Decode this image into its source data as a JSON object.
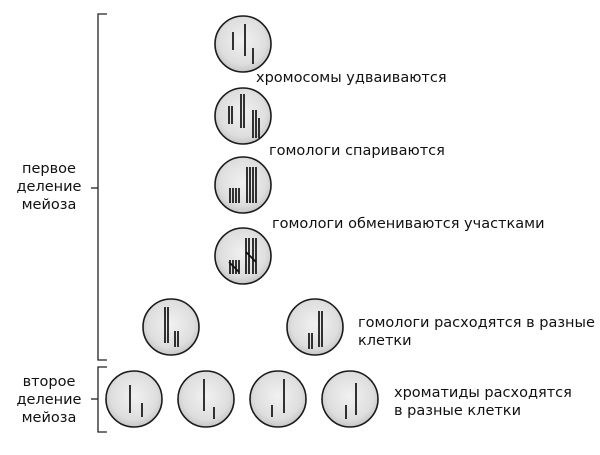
{
  "stage_labels": {
    "meiosis_1": "первое\nделение\nмейоза",
    "meiosis_2": "второе\nделение\nмейоза"
  },
  "step_labels": {
    "duplicate": "хромосомы удваиваются",
    "pair": "гомологи спариваются",
    "exchange": "гомологи обмениваются участками",
    "separate_homologs": "гомологи расходятся в разные\nклетки",
    "separate_chromatids": "хроматиды расходятся\nв разные клетки"
  }
}
